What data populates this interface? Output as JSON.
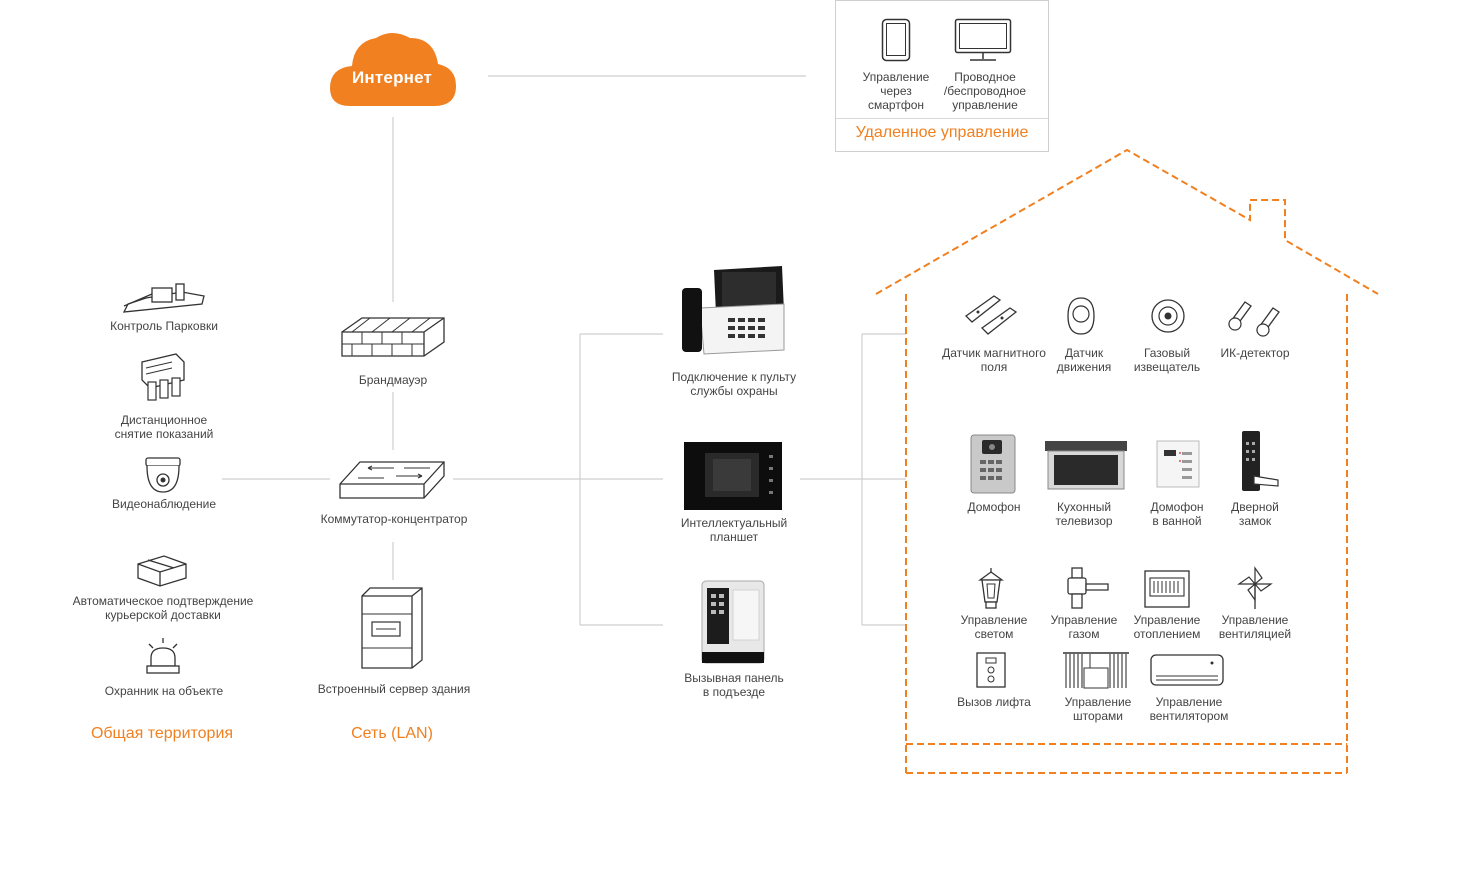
{
  "internet": {
    "label": "Интернет"
  },
  "remote": {
    "items": [
      {
        "label": "Управление\nчерез\nсмартфон"
      },
      {
        "label": "Проводное\n/беспроводное\nуправление"
      }
    ],
    "title": "Удаленное управление"
  },
  "common": {
    "items": [
      {
        "label": "Контроль Парковки"
      },
      {
        "label": "Дистанционное\nснятие показаний"
      },
      {
        "label": "Видеонаблюдение"
      },
      {
        "label": "Автоматическое подтверждение\nкурьерской доставки"
      },
      {
        "label": "Охранник на объекте"
      }
    ],
    "title": "Общая территория"
  },
  "lan": {
    "items": [
      {
        "label": "Брандмауэр"
      },
      {
        "label": "Коммутатор-концентратор"
      },
      {
        "label": "Встроенный сервер здания"
      }
    ],
    "title": "Сеть (LAN)"
  },
  "devices": {
    "items": [
      {
        "label": "Подключение к пульту\nслужбы охраны"
      },
      {
        "label": "Интеллектуальный\nпланшет"
      },
      {
        "label": "Вызывная панель\nв подъезде"
      }
    ]
  },
  "home": {
    "row1": [
      {
        "label": "Датчик магнитного\nполя"
      },
      {
        "label": "Датчик\nдвижения"
      },
      {
        "label": "Газовый\nизвещатель"
      },
      {
        "label": "ИК-детектор"
      }
    ],
    "row2": [
      {
        "label": "Домофон"
      },
      {
        "label": "Кухонный\nтелевизор"
      },
      {
        "label": "Домофон\nв ванной"
      },
      {
        "label": "Дверной\nзамок"
      }
    ],
    "row3": [
      {
        "label": "Управление\nсветом"
      },
      {
        "label": "Управление\nгазом"
      },
      {
        "label": "Управление\nотоплением"
      },
      {
        "label": "Управление\nвентиляцией"
      }
    ],
    "row4": [
      {
        "label": "Вызов лифта"
      },
      {
        "label": "Управление\nшторами"
      },
      {
        "label": "Управление\nвентилятором"
      }
    ]
  },
  "colors": {
    "accent": "#f08020",
    "line": "#c8c8c8",
    "text": "#444444"
  }
}
